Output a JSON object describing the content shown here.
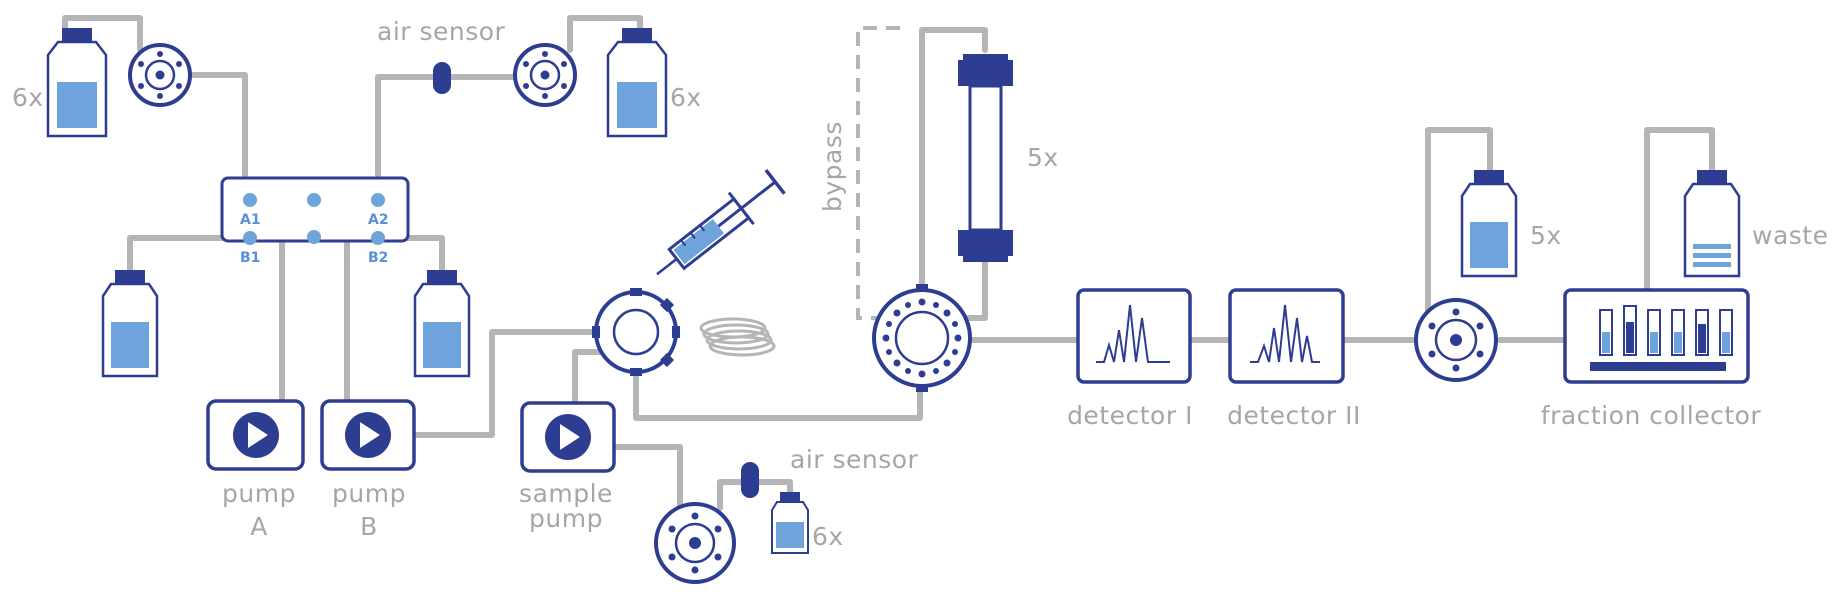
{
  "labels": {
    "air_sensor_top": "air sensor",
    "air_sensor_bottom": "air sensor",
    "bottle_count_top_left": "6x",
    "bottle_count_top_right": "6x",
    "bottle_count_bottom": "6x",
    "column_count": "5x",
    "bottle_count_right": "5x",
    "bypass": "bypass",
    "waste": "waste",
    "pump_a_line1": "pump",
    "pump_a_line2": "A",
    "pump_b_line1": "pump",
    "pump_b_line2": "B",
    "sample_pump_line1": "sample",
    "sample_pump_line2": "pump",
    "detector_1": "detector I",
    "detector_2": "detector II",
    "fraction_collector": "fraction collector"
  },
  "mixer_ports": {
    "a1": "A1",
    "a2": "A2",
    "b1": "B1",
    "b2": "B2"
  },
  "colors": {
    "navy": "#2d3d91",
    "tubing": "#b5b5b5",
    "liquid": "#6fa3dc",
    "label_gray": "#a6a6a6"
  }
}
